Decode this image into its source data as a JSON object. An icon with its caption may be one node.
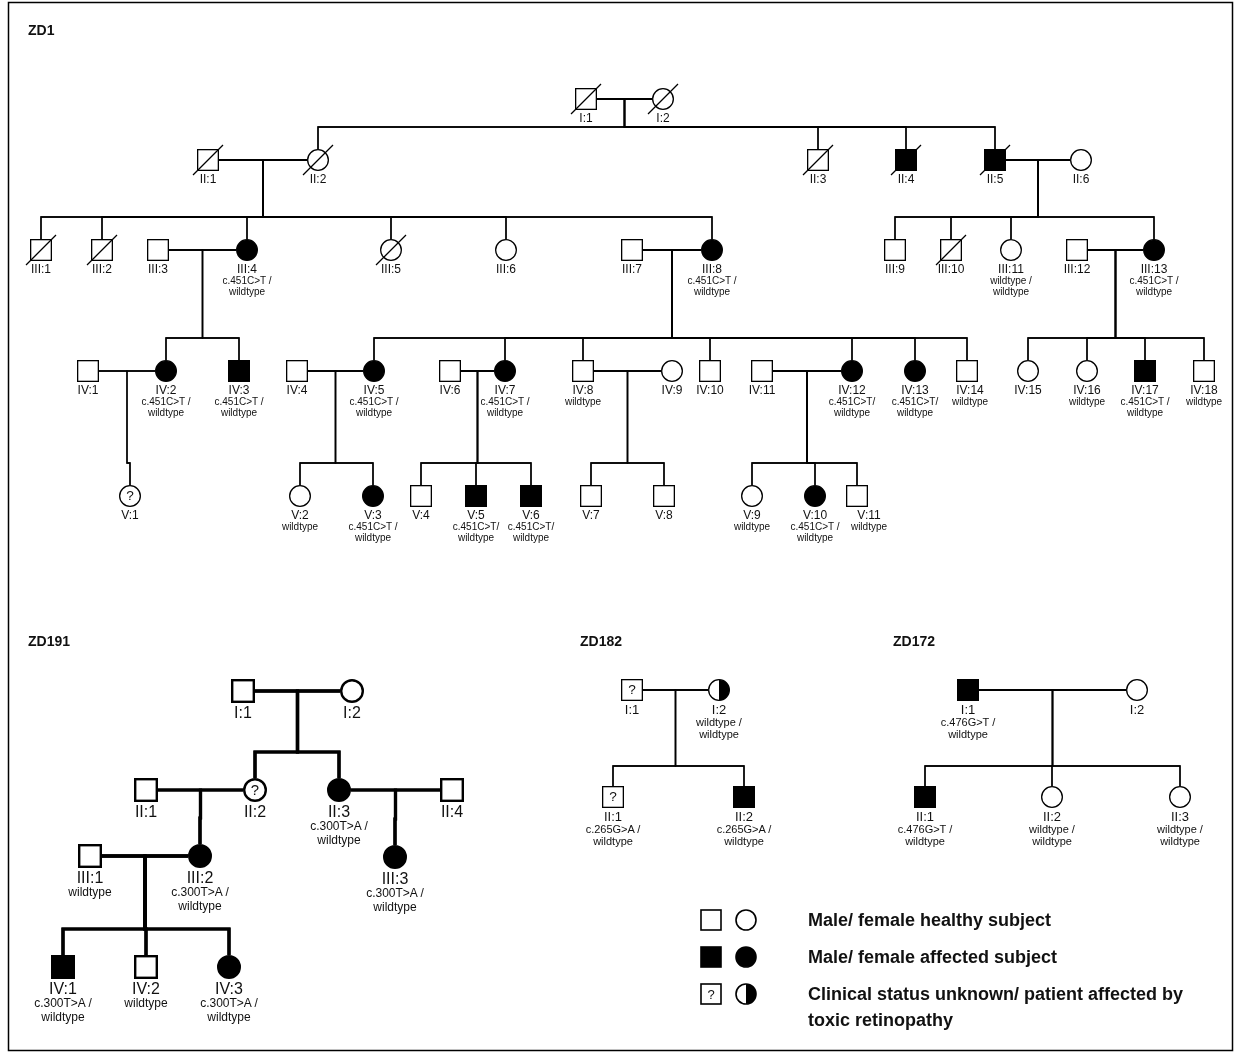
{
  "diagram": {
    "nodes": [
      {
        "text": [],
        "shape": "box",
        "beside": [
          "I:1"
        ]
      },
      {
        "text": [],
        "shape": "circle",
        "beside": [
          "I:2"
        ]
      },
      {
        "text": [],
        "shape": "box",
        "beside": [
          "II:1"
        ]
      },
      {
        "text": [],
        "shape": "circle",
        "beside": [
          "II:2"
        ]
      },
      {
        "text": [],
        "shape": "box",
        "beside": [
          "II:3"
        ]
      },
      {
        "text": [],
        "shape": "box",
        "beside": [
          "II:4"
        ]
      },
      {
        "text": [],
        "shape": "box",
        "beside": [
          "II:5"
        ]
      },
      {
        "text": [],
        "shape": "circle",
        "beside": [
          "II:6"
        ]
      },
      {
        "text": [],
        "shape": "box",
        "beside": [
          "III:1"
        ]
      },
      {
        "text": [],
        "shape": "box",
        "beside": [
          "III:2"
        ]
      },
      {
        "text": [],
        "shape": "box",
        "beside": [
          "III:3"
        ]
      },
      {
        "text": [],
        "shape": "circle",
        "beside": [
          "III:4",
          "c.451C>T / wildtype"
        ]
      },
      {
        "text": [],
        "shape": "circle",
        "beside": [
          "III:5"
        ]
      },
      {
        "text": [],
        "shape": "circle",
        "beside": [
          "III:6"
        ]
      },
      {
        "text": [],
        "shape": "box",
        "beside": [
          "III:7"
        ]
      },
      {
        "text": [],
        "shape": "circle",
        "beside": [
          "III:8",
          "c.451C>T / wildtype"
        ]
      },
      {
        "text": [],
        "shape": "box",
        "beside": [
          "III:9"
        ]
      },
      {
        "text": [],
        "shape": "box",
        "beside": [
          "III:10"
        ]
      },
      {
        "text": [],
        "shape": "circle",
        "beside": [
          "III:11",
          "wildtype / wildtype"
        ]
      },
      {
        "text": [],
        "shape": "box",
        "beside": [
          "III:12"
        ]
      },
      {
        "text": [],
        "shape": "circle",
        "beside": [
          "III:13",
          "c.451C>T / wildtype"
        ]
      },
      {
        "text": [],
        "shape": "box",
        "beside": [
          "IV:1"
        ]
      },
      {
        "text": [],
        "shape": "circle",
        "beside": [
          "IV:2",
          "c.451C>T / wildtype"
        ]
      },
      {
        "text": [],
        "shape": "box",
        "beside": [
          "IV:3",
          "c.451C>T / wildtype"
        ]
      },
      {
        "text": [],
        "shape": "box",
        "beside": [
          "IV:4"
        ]
      },
      {
        "text": [],
        "shape": "circle",
        "beside": [
          "IV:5",
          "c.451C>T / wildtype"
        ]
      },
      {
        "text": [],
        "shape": "box",
        "beside": [
          "IV:6"
        ]
      },
      {
        "text": [],
        "shape": "circle",
        "beside": [
          "IV:7",
          "c.451C>T / wildtype"
        ]
      },
      {
        "text": [],
        "shape": "box",
        "beside": [
          "IV:8",
          "wildtype"
        ]
      },
      {
        "text": [],
        "shape": "circle",
        "beside": [
          "IV:9"
        ]
      },
      {
        "text": [],
        "shape": "box",
        "beside": [
          "IV:10"
        ]
      },
      {
        "text": [],
        "shape": "box",
        "beside": [
          "IV:11"
        ]
      },
      {
        "text": [],
        "shape": "circle",
        "beside": [
          "IV:12",
          "c.451C>T/ wildtype"
        ]
      },
      {
        "text": [],
        "shape": "circle",
        "beside": [
          "IV:13",
          "c.451C>T/ wildtype"
        ]
      },
      {
        "text": [],
        "shape": "box",
        "beside": [
          "IV:14",
          "wildtype"
        ]
      },
      {
        "text": [],
        "shape": "circle",
        "beside": [
          "IV:15"
        ]
      },
      {
        "text": [],
        "shape": "circle",
        "beside": [
          "IV:16",
          "wildtype"
        ]
      },
      {
        "text": [],
        "shape": "box",
        "beside": [
          "IV:17",
          "c.451C>T / wildtype"
        ]
      },
      {
        "text": [],
        "shape": "box",
        "beside": [
          "IV:18",
          "wildtype"
        ]
      },
      {
        "text": [
          "?"
        ],
        "beside": [
          "V:1"
        ]
      },
      {
        "text": [],
        "shape": "circle",
        "beside": [
          "V:2",
          "wildtype"
        ]
      },
      {
        "text": [],
        "shape": "circle",
        "beside": [
          "V:3",
          "c.451C>T / wildtype"
        ]
      },
      {
        "text": [],
        "shape": "box",
        "beside": [
          "V:4"
        ]
      },
      {
        "text": [],
        "shape": "box",
        "beside": [
          "V:5",
          "c.451C>T/ wildtype"
        ]
      },
      {
        "text": [],
        "shape": "box",
        "beside": [
          "V:6",
          "c.451C>T/ wildtype"
        ]
      },
      {
        "text": [],
        "shape": "box",
        "beside": [
          "V:7"
        ]
      },
      {
        "text": [],
        "shape": "box",
        "beside": [
          "V:8"
        ]
      },
      {
        "text": [],
        "shape": "circle",
        "beside": [
          "V:9",
          "wildtype"
        ]
      },
      {
        "text": [],
        "shape": "circle",
        "beside": [
          "V:10",
          "c.451C>T / wildtype"
        ]
      },
      {
        "text": [],
        "shape": "box",
        "beside": [
          "V:11",
          "wildtype"
        ]
      },
      {
        "text": [],
        "shape": "box",
        "beside": [
          "I:1"
        ]
      },
      {
        "text": [],
        "shape": "circle",
        "beside": [
          "I:2"
        ]
      },
      {
        "text": [],
        "shape": "box",
        "beside": [
          "II:1"
        ]
      },
      {
        "text": [
          "?"
        ],
        "beside": [
          "II:2"
        ]
      },
      {
        "text": [],
        "shape": "circle",
        "beside": [
          "II:3",
          "c.300T>A / wildtype"
        ]
      },
      {
        "text": [],
        "shape": "box",
        "beside": [
          "II:4"
        ]
      },
      {
        "text": [],
        "shape": "box",
        "beside": [
          "III:1",
          "wildtype"
        ]
      },
      {
        "text": [],
        "shape": "circle",
        "beside": [
          "III:2",
          "c.300T>A / wildtype"
        ]
      },
      {
        "text": [],
        "shape": "circle",
        "beside": [
          "III:3",
          "c.300T>A / wildtype"
        ]
      },
      {
        "text": [],
        "shape": "box",
        "beside": [
          "IV:1",
          "c.300T>A / wildtype"
        ]
      },
      {
        "text": [],
        "shape": "box",
        "beside": [
          "IV:2",
          "wildtype"
        ]
      },
      {
        "text": [],
        "shape": "circle",
        "beside": [
          "IV:3",
          "c.300T>A / wildtype"
        ]
      },
      {
        "text": [
          "?"
        ],
        "beside": [
          "I:1"
        ]
      },
      {
        "text": [],
        "shape": "circle",
        "beside": [
          "I:2",
          "wildtype / wildtype"
        ]
      },
      {
        "text": [
          "?"
        ],
        "beside": [
          "II:1",
          "c.265G>A / wildtype"
        ]
      },
      {
        "text": [],
        "shape": "box",
        "beside": [
          "II:2",
          "c.265G>A / wildtype"
        ]
      },
      {
        "text": [],
        "shape": "box",
        "beside": [
          "I:1",
          "c.476G>T / wildtype"
        ]
      },
      {
        "text": [],
        "shape": "circle",
        "beside": [
          "I:2"
        ]
      },
      {
        "text": [],
        "shape": "box",
        "beside": [
          "II:1",
          "c.476G>T / wildtype"
        ]
      },
      {
        "text": [],
        "shape": "circle",
        "beside": [
          "II:2",
          "wildtype / wildtype"
        ]
      },
      {
        "text": [],
        "shape": "circle",
        "beside": [
          "II:3",
          "wildtype / wildtype"
        ]
      }
    ],
    "edges": [
      {
        "from": 0,
        "to": 1,
        "arrow": "none"
      },
      {
        "from": 0,
        "to": 3,
        "arrow": "none"
      },
      {
        "from": 1,
        "to": 3,
        "arrow": "none"
      },
      {
        "from": 0,
        "to": 4,
        "arrow": "none"
      },
      {
        "from": 1,
        "to": 4,
        "arrow": "none"
      },
      {
        "from": 0,
        "to": 5,
        "arrow": "none"
      },
      {
        "from": 1,
        "to": 5,
        "arrow": "none"
      },
      {
        "from": 0,
        "to": 6,
        "arrow": "none"
      },
      {
        "from": 1,
        "to": 6,
        "arrow": "none"
      },
      {
        "from": 2,
        "to": 3,
        "arrow": "none"
      },
      {
        "from": 2,
        "to": 8,
        "arrow": "none"
      },
      {
        "from": 3,
        "to": 8,
        "arrow": "none"
      },
      {
        "from": 2,
        "to": 9,
        "arrow": "none"
      },
      {
        "from": 3,
        "to": 9,
        "arrow": "none"
      },
      {
        "from": 2,
        "to": 11,
        "arrow": "none"
      },
      {
        "from": 3,
        "to": 11,
        "arrow": "none"
      },
      {
        "from": 2,
        "to": 12,
        "arrow": "none"
      },
      {
        "from": 3,
        "to": 12,
        "arrow": "none"
      },
      {
        "from": 2,
        "to": 13,
        "arrow": "none"
      },
      {
        "from": 3,
        "to": 13,
        "arrow": "none"
      },
      {
        "from": 2,
        "to": 15,
        "arrow": "none"
      },
      {
        "from": 3,
        "to": 15,
        "arrow": "none"
      },
      {
        "from": 6,
        "to": 7,
        "arrow": "none"
      },
      {
        "from": 6,
        "to": 16,
        "arrow": "none"
      },
      {
        "from": 7,
        "to": 16,
        "arrow": "none"
      },
      {
        "from": 6,
        "to": 17,
        "arrow": "none"
      },
      {
        "from": 7,
        "to": 17,
        "arrow": "none"
      },
      {
        "from": 6,
        "to": 18,
        "arrow": "none"
      },
      {
        "from": 7,
        "to": 18,
        "arrow": "none"
      },
      {
        "from": 6,
        "to": 20,
        "arrow": "none"
      },
      {
        "from": 7,
        "to": 20,
        "arrow": "none"
      },
      {
        "from": 10,
        "to": 11,
        "arrow": "none"
      },
      {
        "from": 10,
        "to": 22,
        "arrow": "none"
      },
      {
        "from": 11,
        "to": 22,
        "arrow": "none"
      },
      {
        "from": 10,
        "to": 23,
        "arrow": "none"
      },
      {
        "from": 11,
        "to": 23,
        "arrow": "none"
      },
      {
        "from": 14,
        "to": 15,
        "arrow": "none"
      },
      {
        "from": 14,
        "to": 25,
        "arrow": "none"
      },
      {
        "from": 15,
        "to": 25,
        "arrow": "none"
      },
      {
        "from": 14,
        "to": 27,
        "arrow": "none"
      },
      {
        "from": 15,
        "to": 27,
        "arrow": "none"
      },
      {
        "from": 14,
        "to": 28,
        "arrow": "none"
      },
      {
        "from": 15,
        "to": 28,
        "arrow": "none"
      },
      {
        "from": 14,
        "to": 30,
        "arrow": "none"
      },
      {
        "from": 15,
        "to": 30,
        "arrow": "none"
      },
      {
        "from": 14,
        "to": 32,
        "arrow": "none"
      },
      {
        "from": 15,
        "to": 32,
        "arrow": "none"
      },
      {
        "from": 14,
        "to": 33,
        "arrow": "none"
      },
      {
        "from": 15,
        "to": 33,
        "arrow": "none"
      },
      {
        "from": 14,
        "to": 34,
        "arrow": "none"
      },
      {
        "from": 15,
        "to": 34,
        "arrow": "none"
      },
      {
        "from": 19,
        "to": 20,
        "arrow": "none"
      },
      {
        "from": 19,
        "to": 35,
        "arrow": "none"
      },
      {
        "from": 20,
        "to": 35,
        "arrow": "none"
      },
      {
        "from": 19,
        "to": 36,
        "arrow": "none"
      },
      {
        "from": 20,
        "to": 36,
        "arrow": "none"
      },
      {
        "from": 19,
        "to": 37,
        "arrow": "none"
      },
      {
        "from": 20,
        "to": 37,
        "arrow": "none"
      },
      {
        "from": 19,
        "to": 38,
        "arrow": "none"
      },
      {
        "from": 20,
        "to": 38,
        "arrow": "none"
      },
      {
        "from": 21,
        "to": 22,
        "arrow": "none"
      },
      {
        "from": 21,
        "to": 39,
        "arrow": "none"
      },
      {
        "from": 22,
        "to": 39,
        "arrow": "none"
      },
      {
        "from": 24,
        "to": 25,
        "arrow": "none"
      },
      {
        "from": 24,
        "to": 40,
        "arrow": "none"
      },
      {
        "from": 25,
        "to": 40,
        "arrow": "none"
      },
      {
        "from": 24,
        "to": 41,
        "arrow": "none"
      },
      {
        "from": 25,
        "to": 41,
        "arrow": "none"
      },
      {
        "from": 26,
        "to": 27,
        "arrow": "none"
      },
      {
        "from": 26,
        "to": 42,
        "arrow": "none"
      },
      {
        "from": 27,
        "to": 42,
        "arrow": "none"
      },
      {
        "from": 26,
        "to": 43,
        "arrow": "none"
      },
      {
        "from": 27,
        "to": 43,
        "arrow": "none"
      },
      {
        "from": 26,
        "to": 44,
        "arrow": "none"
      },
      {
        "from": 27,
        "to": 44,
        "arrow": "none"
      },
      {
        "from": 28,
        "to": 29,
        "arrow": "none"
      },
      {
        "from": 28,
        "to": 45,
        "arrow": "none"
      },
      {
        "from": 29,
        "to": 45,
        "arrow": "none"
      },
      {
        "from": 28,
        "to": 46,
        "arrow": "none"
      },
      {
        "from": 29,
        "to": 46,
        "arrow": "none"
      },
      {
        "from": 31,
        "to": 32,
        "arrow": "none"
      },
      {
        "from": 31,
        "to": 47,
        "arrow": "none"
      },
      {
        "from": 32,
        "to": 47,
        "arrow": "none"
      },
      {
        "from": 31,
        "to": 48,
        "arrow": "none"
      },
      {
        "from": 32,
        "to": 48,
        "arrow": "none"
      },
      {
        "from": 31,
        "to": 49,
        "arrow": "none"
      },
      {
        "from": 32,
        "to": 49,
        "arrow": "none"
      },
      {
        "from": 50,
        "to": 51,
        "arrow": "none",
        "style": "thick"
      },
      {
        "from": 50,
        "to": 53,
        "arrow": "none",
        "style": "thick"
      },
      {
        "from": 51,
        "to": 53,
        "arrow": "none",
        "style": "thick"
      },
      {
        "from": 50,
        "to": 54,
        "arrow": "none",
        "style": "thick"
      },
      {
        "from": 51,
        "to": 54,
        "arrow": "none",
        "style": "thick"
      },
      {
        "from": 52,
        "to": 53,
        "arrow": "none",
        "style": "thick"
      },
      {
        "from": 52,
        "to": 57,
        "arrow": "none",
        "style": "thick"
      },
      {
        "from": 53,
        "to": 57,
        "arrow": "none",
        "style": "thick"
      },
      {
        "from": 54,
        "to": 55,
        "arrow": "none",
        "style": "thick"
      },
      {
        "from": 54,
        "to": 58,
        "arrow": "none",
        "style": "thick"
      },
      {
        "from": 55,
        "to": 58,
        "arrow": "none",
        "style": "thick"
      },
      {
        "from": 56,
        "to": 57,
        "arrow": "none",
        "style": "thick"
      },
      {
        "from": 56,
        "to": 59,
        "arrow": "none",
        "style": "thick"
      },
      {
        "from": 57,
        "to": 59,
        "arrow": "none",
        "style": "thick"
      },
      {
        "from": 56,
        "to": 60,
        "arrow": "none",
        "style": "thick"
      },
      {
        "from": 57,
        "to": 60,
        "arrow": "none",
        "style": "thick"
      },
      {
        "from": 56,
        "to": 61,
        "arrow": "none",
        "style": "thick"
      },
      {
        "from": 57,
        "to": 61,
        "arrow": "none",
        "style": "thick"
      },
      {
        "from": 62,
        "to": 63,
        "arrow": "none"
      },
      {
        "from": 62,
        "to": 64,
        "arrow": "none"
      },
      {
        "from": 63,
        "to": 64,
        "arrow": "none"
      },
      {
        "from": 62,
        "to": 65,
        "arrow": "none"
      },
      {
        "from": 63,
        "to": 65,
        "arrow": "none"
      },
      {
        "from": 66,
        "to": 67,
        "arrow": "none"
      },
      {
        "from": 66,
        "to": 68,
        "arrow": "none"
      },
      {
        "from": 67,
        "to": 68,
        "arrow": "none"
      },
      {
        "from": 66,
        "to": 69,
        "arrow": "none"
      },
      {
        "from": 67,
        "to": 69,
        "arrow": "none"
      },
      {
        "from": 66,
        "to": 70,
        "arrow": "none"
      },
      {
        "from": 67,
        "to": 70,
        "arrow": "none"
      }
    ],
    "labels": [
      "ZD1",
      "ZD191",
      "ZD182",
      "ZD172",
      "?"
    ],
    "legend": [
      {
        "text": "Male/ female healthy subject"
      },
      {
        "text": "Male/ female affected subject"
      },
      {
        "text": "Clinical status unknown/ patient affected by toxic retinopathy"
      }
    ]
  }
}
